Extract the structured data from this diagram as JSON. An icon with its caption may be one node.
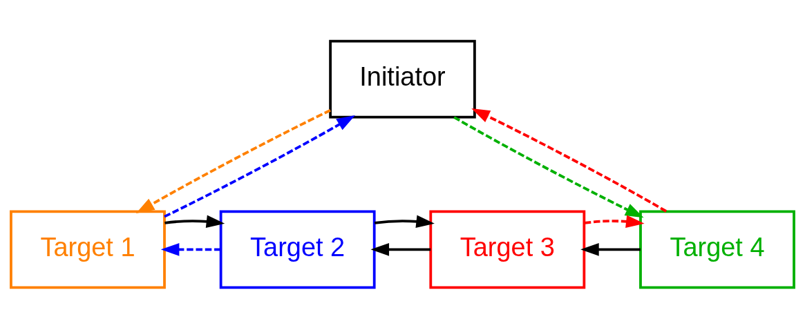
{
  "diagram": {
    "nodes": [
      {
        "text": [
          "Initiator"
        ]
      },
      {
        "text": [
          "Target 1"
        ]
      },
      {
        "text": [
          "Target 2"
        ]
      },
      {
        "text": [
          "Target 3"
        ]
      },
      {
        "text": [
          "Target 4"
        ]
      }
    ],
    "edges": [
      {
        "from": 0,
        "to": 1,
        "arrow": "to",
        "style": "dashed",
        "color": "#ff8000"
      },
      {
        "from": 1,
        "to": 0,
        "arrow": "to",
        "style": "dashed",
        "color": "#0000ff"
      },
      {
        "from": 4,
        "to": 0,
        "arrow": "to",
        "style": "dashed",
        "color": "#ff0000"
      },
      {
        "from": 0,
        "to": 4,
        "arrow": "to",
        "style": "dashed",
        "color": "#00b000"
      },
      {
        "from": 2,
        "to": 1,
        "arrow": "to",
        "style": "dashed",
        "color": "#0000ff"
      },
      {
        "from": 1,
        "to": 2,
        "arrow": "to"
      },
      {
        "from": 3,
        "to": 2,
        "arrow": "to"
      },
      {
        "from": 2,
        "to": 3,
        "arrow": "to"
      },
      {
        "from": 4,
        "to": 3,
        "arrow": "to"
      },
      {
        "from": 3,
        "to": 4,
        "arrow": "to",
        "style": "dashed",
        "color": "#ff0000"
      }
    ]
  }
}
